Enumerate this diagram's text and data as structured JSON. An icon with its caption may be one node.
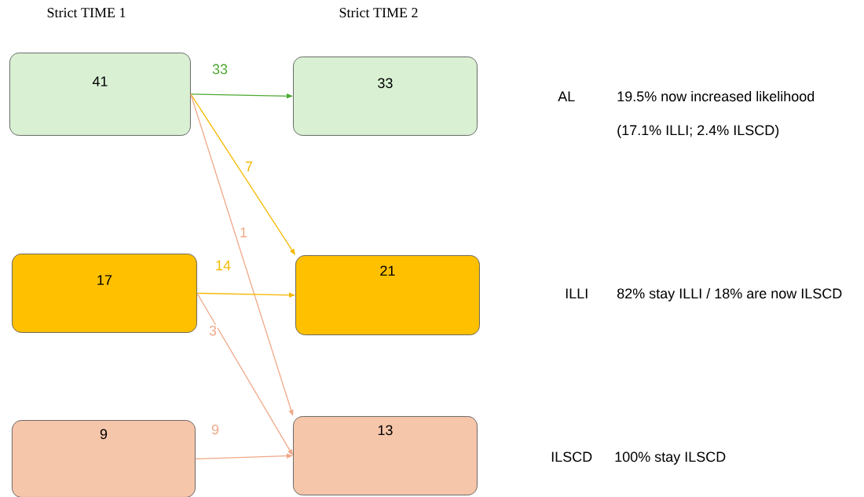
{
  "diagram": {
    "nodes": [
      {
        "text": [
          "41"
        ]
      },
      {
        "text": [
          "33"
        ]
      },
      {
        "text": [
          "17"
        ]
      },
      {
        "text": [
          "21"
        ]
      },
      {
        "text": [
          "9"
        ]
      },
      {
        "text": [
          "13"
        ]
      }
    ],
    "edges": [
      {
        "from": 0,
        "to": 1,
        "arrow": "to",
        "label": "33",
        "color": "#4ea832"
      },
      {
        "from": 0,
        "to": 3,
        "arrow": "to",
        "label": "7",
        "color": "#f5b800"
      },
      {
        "from": 0,
        "to": 5,
        "arrow": "to",
        "label": "1"
      },
      {
        "from": 2,
        "to": 3,
        "arrow": "to",
        "label": "14",
        "color": "#f5b800"
      },
      {
        "from": 2,
        "to": 5,
        "arrow": "to",
        "label": "3"
      },
      {
        "from": 4,
        "to": 5,
        "arrow": "to",
        "label": "9"
      }
    ],
    "labels": [
      "Strict TIME 1",
      "Strict TIME 2",
      "AL",
      "19.5% now increased likelihood",
      "(17.1% ILLI; 2.4% ILSCD)",
      "ILLI",
      "82% stay ILLI / 18% are now ILSCD",
      "ILSCD",
      "100% stay ILSCD"
    ]
  }
}
